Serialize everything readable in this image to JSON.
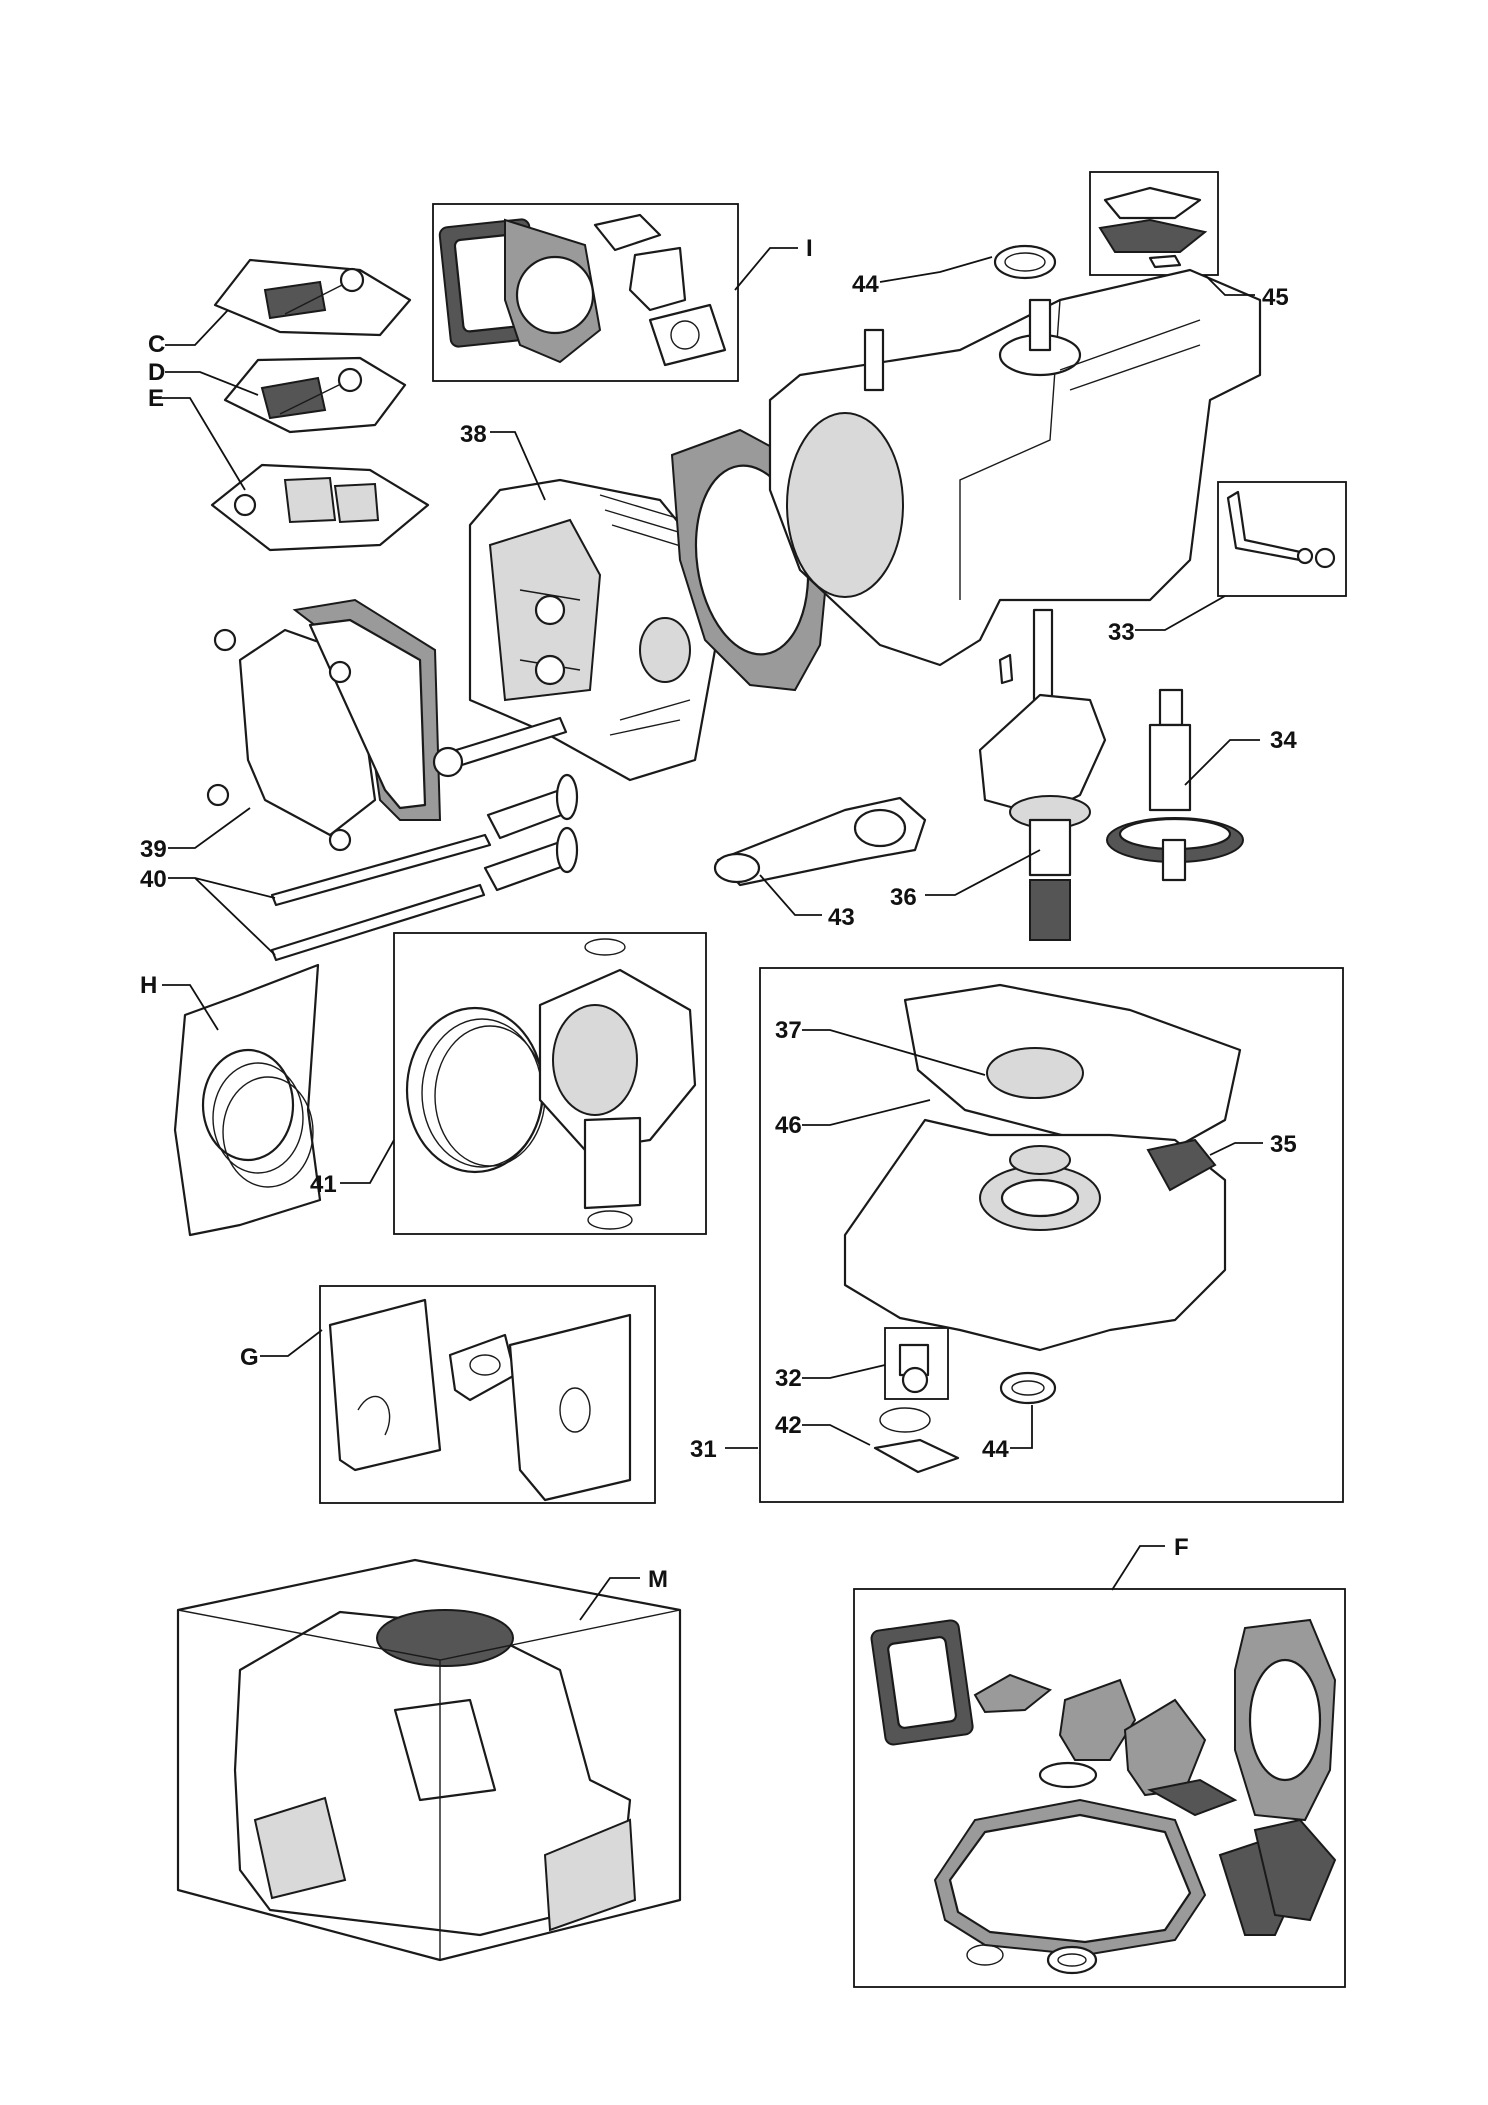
{
  "callouts": {
    "C": "C",
    "D": "D",
    "E": "E",
    "I": "I",
    "H": "H",
    "G": "G",
    "M": "M",
    "F": "F",
    "n31": "31",
    "n32": "32",
    "n33": "33",
    "n34": "34",
    "n35": "35",
    "n36": "36",
    "n37": "37",
    "n38": "38",
    "n39": "39",
    "n40": "40",
    "n41": "41",
    "n42": "42",
    "n43": "43",
    "n44_top": "44",
    "n44_bottom": "44",
    "n45": "45",
    "n46": "46"
  },
  "colors": {
    "line": "#111111",
    "fill_gray": "#d9d9d9",
    "gasket": "#9a9a9a"
  }
}
